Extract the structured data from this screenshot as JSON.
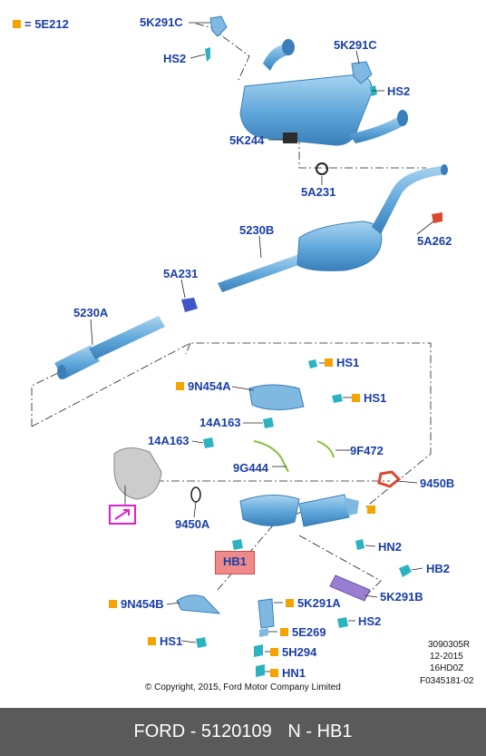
{
  "legend": {
    "equals_text": "= 5E212"
  },
  "labels": {
    "c5k291c_top": "5K291C",
    "hs2_top": "HS2",
    "c5k291c_right": "5K291C",
    "hs2_right": "HS2",
    "c5k244": "5K244",
    "c5a231_top": "5A231",
    "c5230b": "5230B",
    "c5a262": "5A262",
    "c5a231_mid": "5A231",
    "c5230a": "5230A",
    "hs1_a": "HS1",
    "c9n454a_top": "9N454A",
    "hs1_b": "HS1",
    "c14a163_a": "14A163",
    "c14a163_b": "14A163",
    "c9f472": "9F472",
    "c9g444": "9G444",
    "c9450b": "9450B",
    "c9450a": "9450A",
    "hn2": "HN2",
    "hb1": "HB1",
    "hb2": "HB2",
    "c5k291b": "5K291B",
    "c9n454b": "9N454B",
    "c5k291a": "5K291A",
    "hs2_bottom": "HS2",
    "c5e269": "5E269",
    "hs1_bottom": "HS1",
    "c5h294": "5H294",
    "hn1": "HN1"
  },
  "info_block": [
    "3090305R",
    "12-2015",
    "16HD0Z",
    "F0345181-02"
  ],
  "copyright": "© Copyright, 2015, Ford Motor Company Limited",
  "footer": {
    "brand_part": "FORD - 5120109",
    "ref": "N - HB1"
  },
  "colors": {
    "label_blue": "#1a3ea8",
    "part_blue": "#62a9dc",
    "bullet_orange": "#f4a300",
    "highlight": "#ef8a8a",
    "footer_bg": "#5a5a5a",
    "sensor_cyan": "#2bb3c0"
  }
}
